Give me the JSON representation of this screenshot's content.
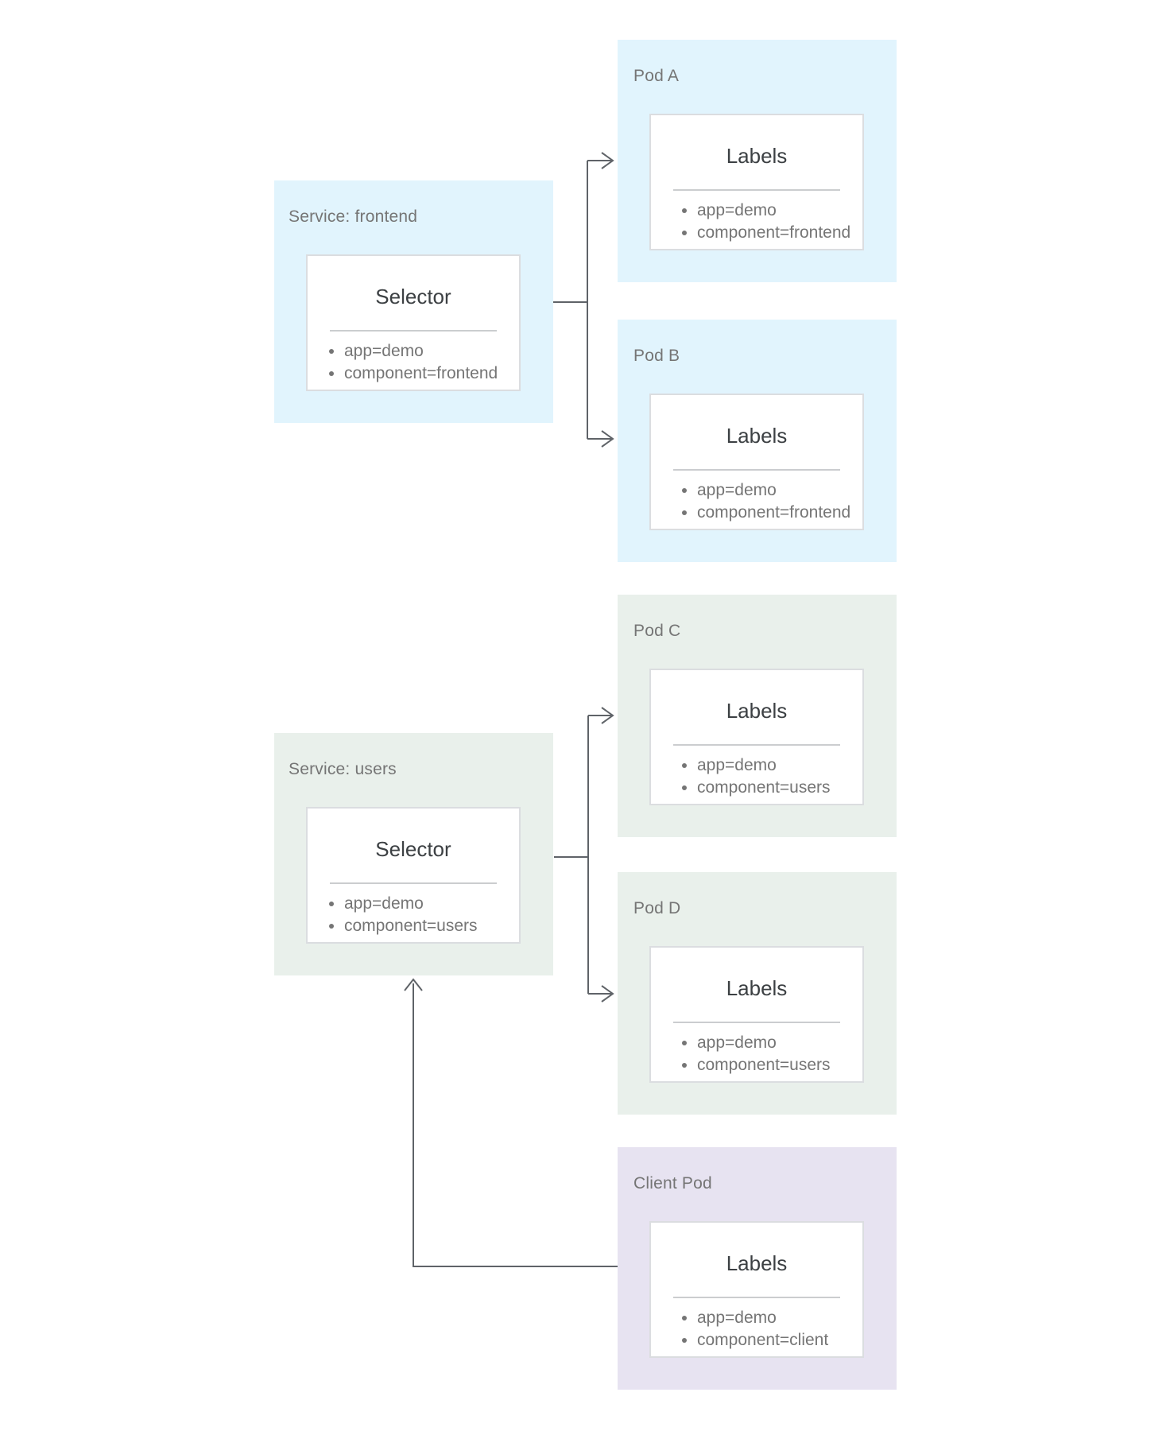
{
  "colors": {
    "background": "#FFFFFF",
    "frontend_fill": "#E1F4FD",
    "users_fill": "#E9F0EB",
    "client_fill": "#E7E3F1",
    "card_fill": "#FFFFFF",
    "card_border": "#DBDDE0",
    "divider": "#CBCDCF",
    "connector": "#5F6368",
    "box_label_text": "#757575",
    "card_title_text": "#3C4043",
    "item_text": "#757575"
  },
  "nodes": {
    "service_frontend": {
      "label": "Service: frontend",
      "card_title": "Selector",
      "items": [
        "app=demo",
        "component=frontend"
      ]
    },
    "pod_a": {
      "label": "Pod A",
      "card_title": "Labels",
      "items": [
        "app=demo",
        "component=frontend"
      ]
    },
    "pod_b": {
      "label": "Pod B",
      "card_title": "Labels",
      "items": [
        "app=demo",
        "component=frontend"
      ]
    },
    "pod_c": {
      "label": "Pod C",
      "card_title": "Labels",
      "items": [
        "app=demo",
        "component=users"
      ]
    },
    "pod_d": {
      "label": "Pod D",
      "card_title": "Labels",
      "items": [
        "app=demo",
        "component=users"
      ]
    },
    "service_users": {
      "label": "Service: users",
      "card_title": "Selector",
      "items": [
        "app=demo",
        "component=users"
      ]
    },
    "client_pod": {
      "label": "Client Pod",
      "card_title": "Labels",
      "items": [
        "app=demo",
        "component=client"
      ]
    }
  }
}
